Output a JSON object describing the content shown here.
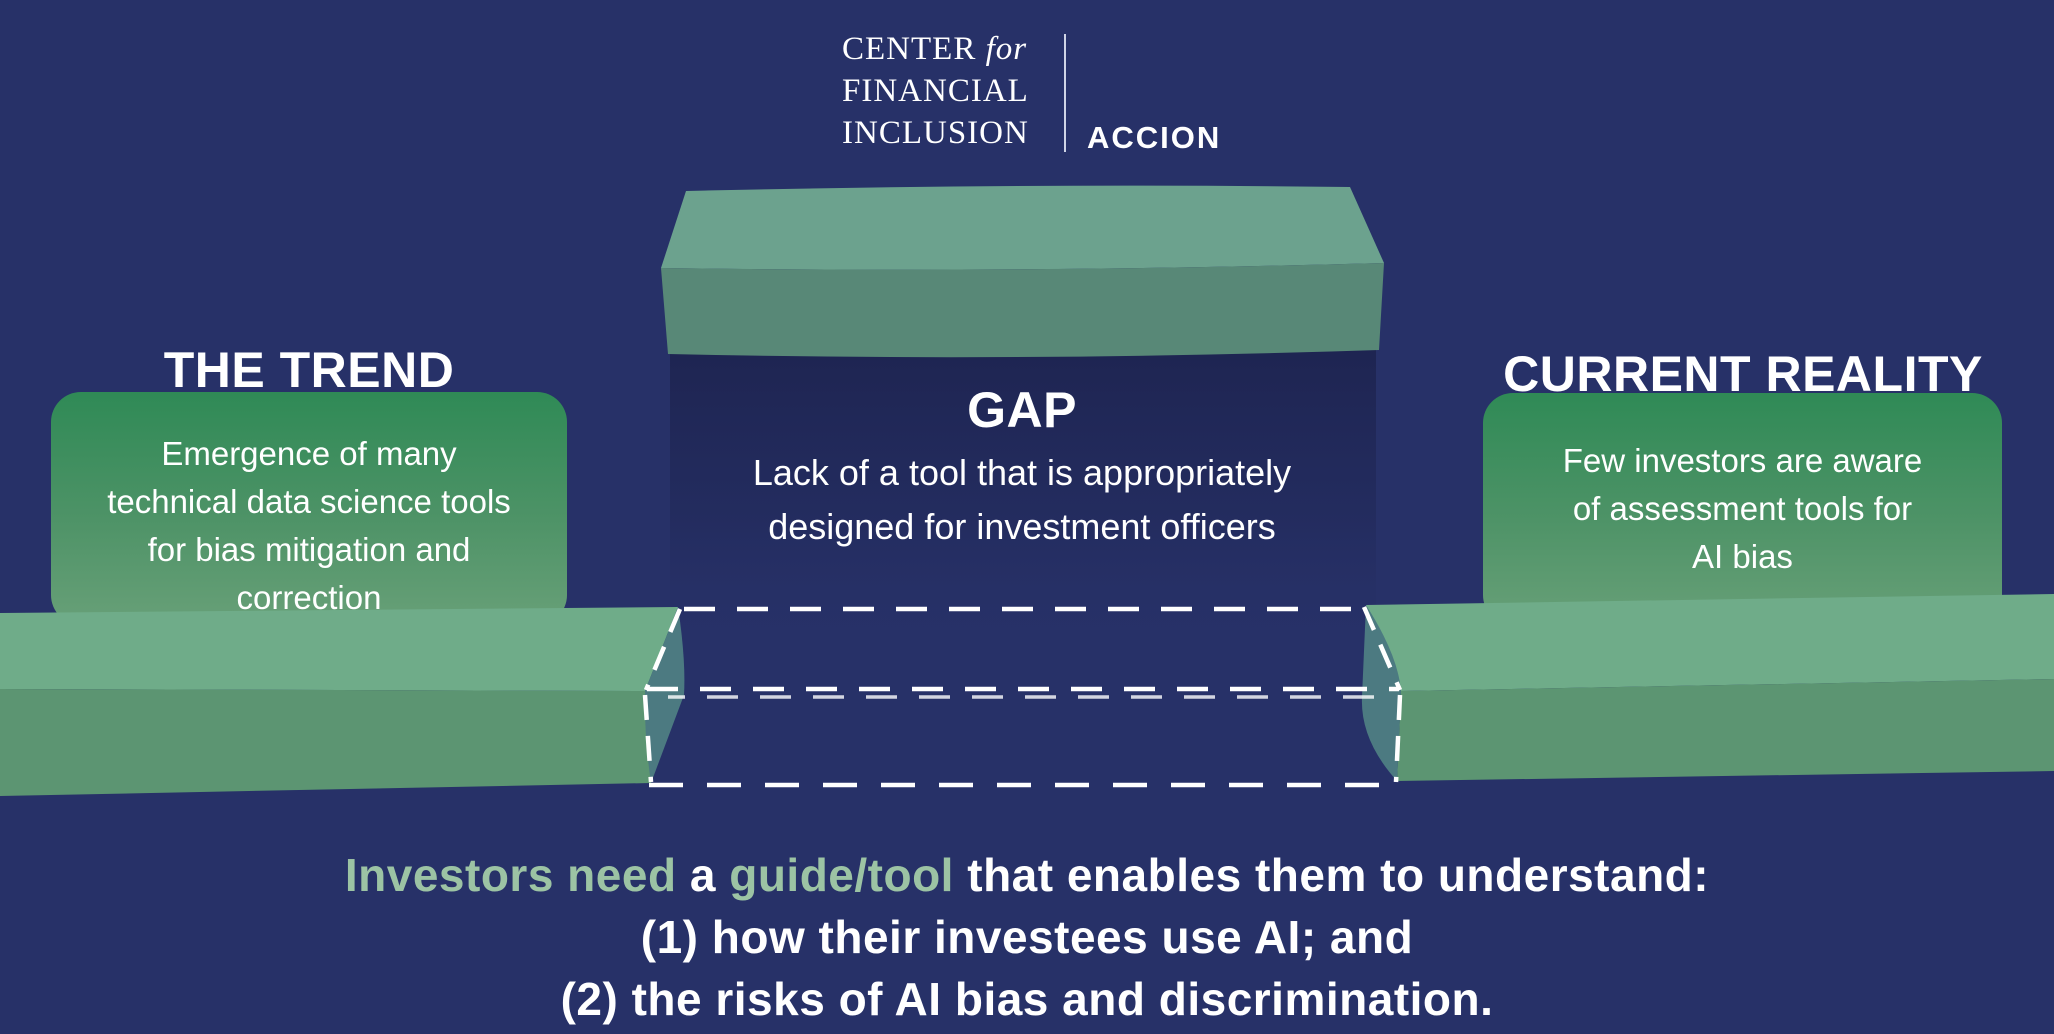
{
  "header": {
    "org_line1": "CENTER",
    "org_line1_italic": "for",
    "org_line2": "FINANCIAL",
    "org_line3": "INCLUSION",
    "partner": "ACCION"
  },
  "trend": {
    "heading": "THE TREND",
    "body_lines": [
      "Emergence of many",
      "technical data science tools",
      "for bias mitigation and",
      "correction"
    ]
  },
  "gap": {
    "heading": "GAP",
    "body_lines": [
      "Lack of a tool that is appropriately",
      "designed for investment officers"
    ]
  },
  "reality": {
    "heading": "CURRENT REALITY",
    "body_lines": [
      "Few investors are aware",
      "of assessment tools for",
      "AI bias"
    ]
  },
  "footer": {
    "line1_highlight1": "Investors need",
    "line1_mid": " a ",
    "line1_highlight2": "guide/tool",
    "line1_rest": " that enables them to understand:",
    "line2": "(1) how their investees use AI; and",
    "line3": "(2) the risks of AI bias and discrimination."
  },
  "colors": {
    "background": "#273168",
    "box_gradient_top": "#2F8A56",
    "box_gradient_bottom": "#68A078",
    "platform_top_face": "#6FAC89",
    "platform_front_face": "#5C9572",
    "slab_top_face": "#6CA28E",
    "slab_front_face": "#588877",
    "gap_side_face": "#4C7A81",
    "shadow_navy": "#1D234F",
    "highlight_text": "#9CC3A4",
    "text": "#FFFFFF"
  }
}
